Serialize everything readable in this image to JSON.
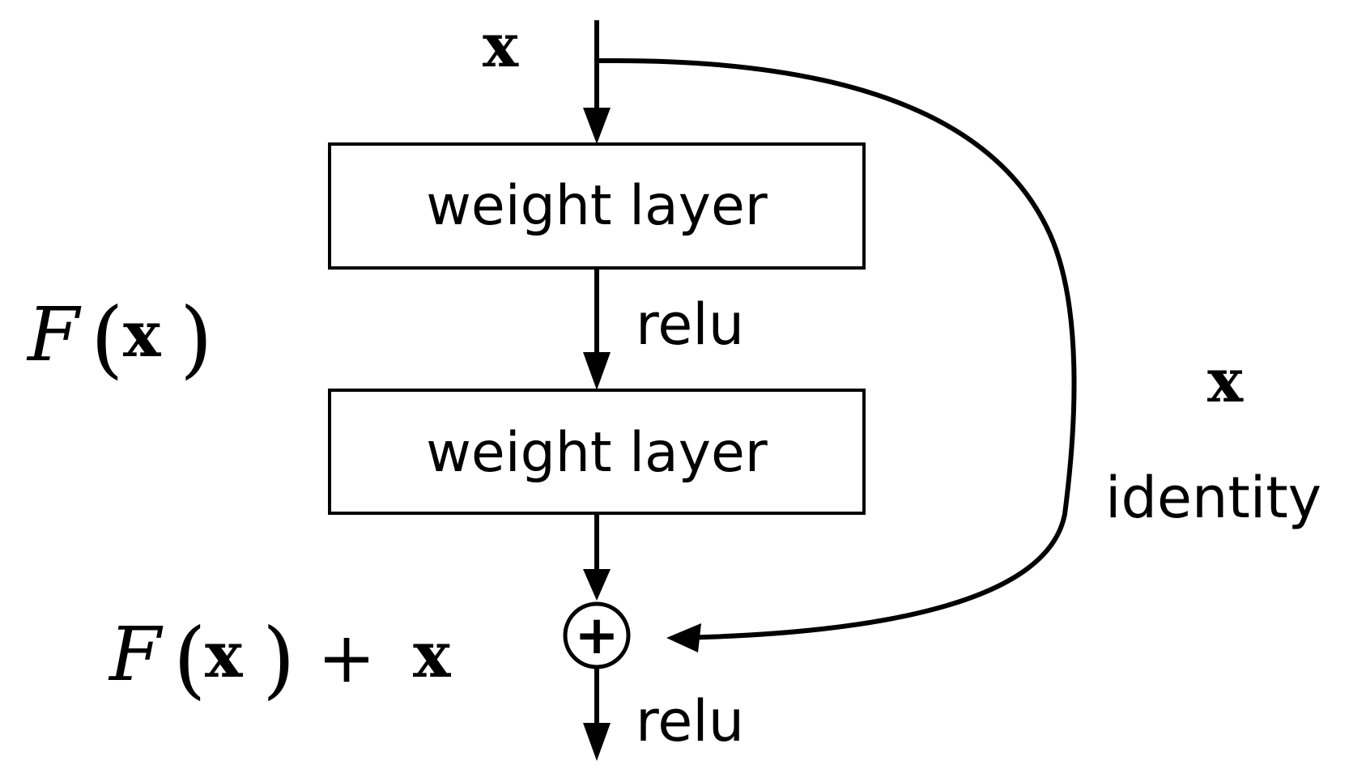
{
  "input_label": "x",
  "layers": [
    {
      "label": "weight layer"
    },
    {
      "label": "weight layer"
    }
  ],
  "activation_between": "relu",
  "activation_after": "relu",
  "residual_label": {
    "script_F": "F",
    "open_paren": "(",
    "x": "x",
    "close_paren": ")"
  },
  "sum_label": {
    "script_F": "F",
    "open_paren": "(",
    "x": "x",
    "close_paren": ")",
    "plus": "+",
    "x2": "x"
  },
  "shortcut": {
    "x_label": "x",
    "identity_label": "identity"
  },
  "sum_symbol": "+"
}
